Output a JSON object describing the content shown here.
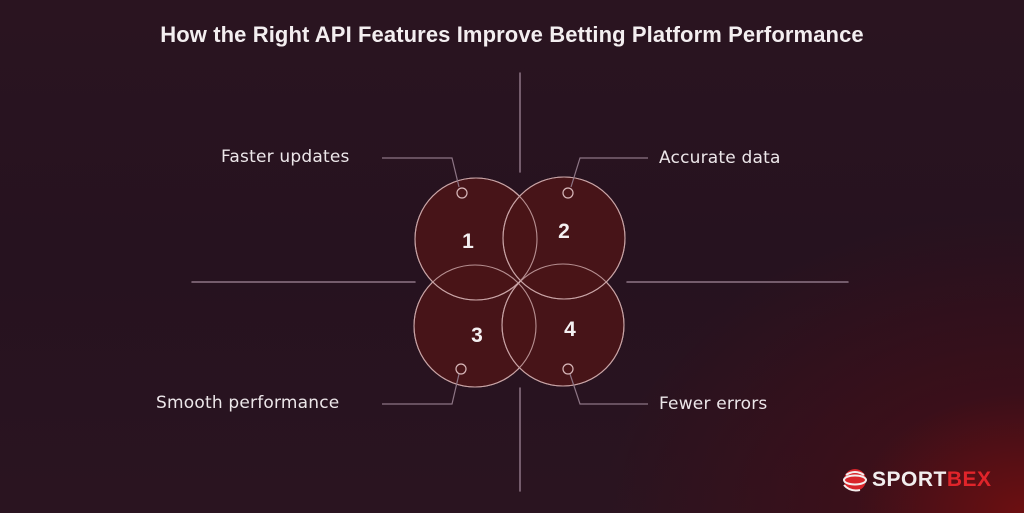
{
  "title": "How the Right API Features Improve Betting Platform Performance",
  "colors": {
    "background": "#2a1420",
    "circle_fill": "#4a1518",
    "circle_stroke": "#c9a4a6",
    "line": "#8d7585",
    "accent_red": "#e0242a"
  },
  "items": [
    {
      "number": "1",
      "label": "Faster updates"
    },
    {
      "number": "2",
      "label": "Accurate data"
    },
    {
      "number": "3",
      "label": "Smooth performance"
    },
    {
      "number": "4",
      "label": "Fewer errors"
    }
  ],
  "logo": {
    "part1": "SPORT",
    "part2": "BEX",
    "icon": "globe-swoosh-icon"
  }
}
